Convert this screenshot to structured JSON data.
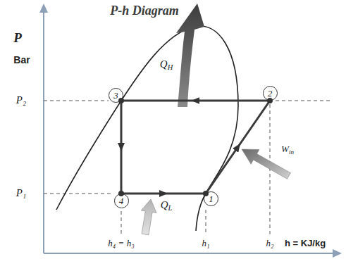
{
  "diagram": {
    "title": "P-h Diagram",
    "nodes": [
      {
        "text": [
          "3"
        ]
      },
      {
        "text": [
          "2"
        ]
      },
      {
        "text": [
          "4"
        ]
      },
      {
        "text": [
          "1"
        ]
      }
    ],
    "edges": [
      {
        "from": 0,
        "to": 2,
        "arrow": "to"
      },
      {
        "from": 2,
        "to": 3,
        "arrow": "to"
      },
      {
        "from": 3,
        "to": 1,
        "arrow": "to"
      },
      {
        "from": 1,
        "to": 0,
        "arrow": "to"
      }
    ],
    "labels": [
      "P",
      "Bar",
      "P₂",
      "P₁",
      "QH",
      "Win",
      "QL",
      "h₄ = h₃",
      "h₁",
      "h₂",
      "h = KJ/kg"
    ]
  }
}
